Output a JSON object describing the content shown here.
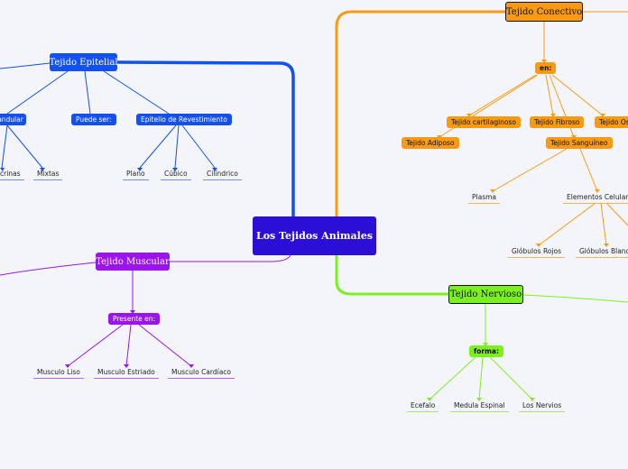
{
  "root": "Los Tejidos Animales",
  "epitelial": {
    "title": "Tejido Epitelial",
    "sub_glandular": "andular",
    "sub_puede": "Puede ser:",
    "sub_epitelio": "Epitelio de Revestimiento",
    "leaf_exocrinas": "crinas",
    "leaf_mixtas": "Mixtas",
    "leaf_plano": "Plano",
    "leaf_cubico": "Cúbico",
    "leaf_cilindrico": "Cilíndrico"
  },
  "muscular": {
    "title": "Tejido Muscular",
    "sub": "Presente en:",
    "leaf_liso": "Musculo Liso",
    "leaf_estriado": "Musculo Estriado",
    "leaf_cardiaco": "Musculo Cardíaco"
  },
  "conectivo": {
    "title": "Tejido Conectivo",
    "sub_en": "en:",
    "sub_cartilaginoso": "Tejido cartilaginoso",
    "sub_fibroso": "Tejido Fibroso",
    "sub_oseo": "Tejido Os",
    "sub_adiposo": "Tejido Adiposo",
    "sub_sanguineo": "Tejido Sanguíneo",
    "leaf_plasma": "Plasma",
    "leaf_elementos": "Elementos Celulare",
    "leaf_rojos": "Glóbulos Rojos",
    "leaf_blancos": "Glóbulos Blanco"
  },
  "nervioso": {
    "title": "Tejido Nervioso",
    "sub": "forma:",
    "leaf_ecefalo": "Ecefalo",
    "leaf_medula": "Medula Espinal",
    "leaf_nervios": "Los Nervios"
  },
  "colors": {
    "blue": "#1250f0",
    "orange": "#f99a10",
    "purple": "#9a14ee",
    "green": "#7cf01e",
    "root": "#2b0fd6"
  }
}
